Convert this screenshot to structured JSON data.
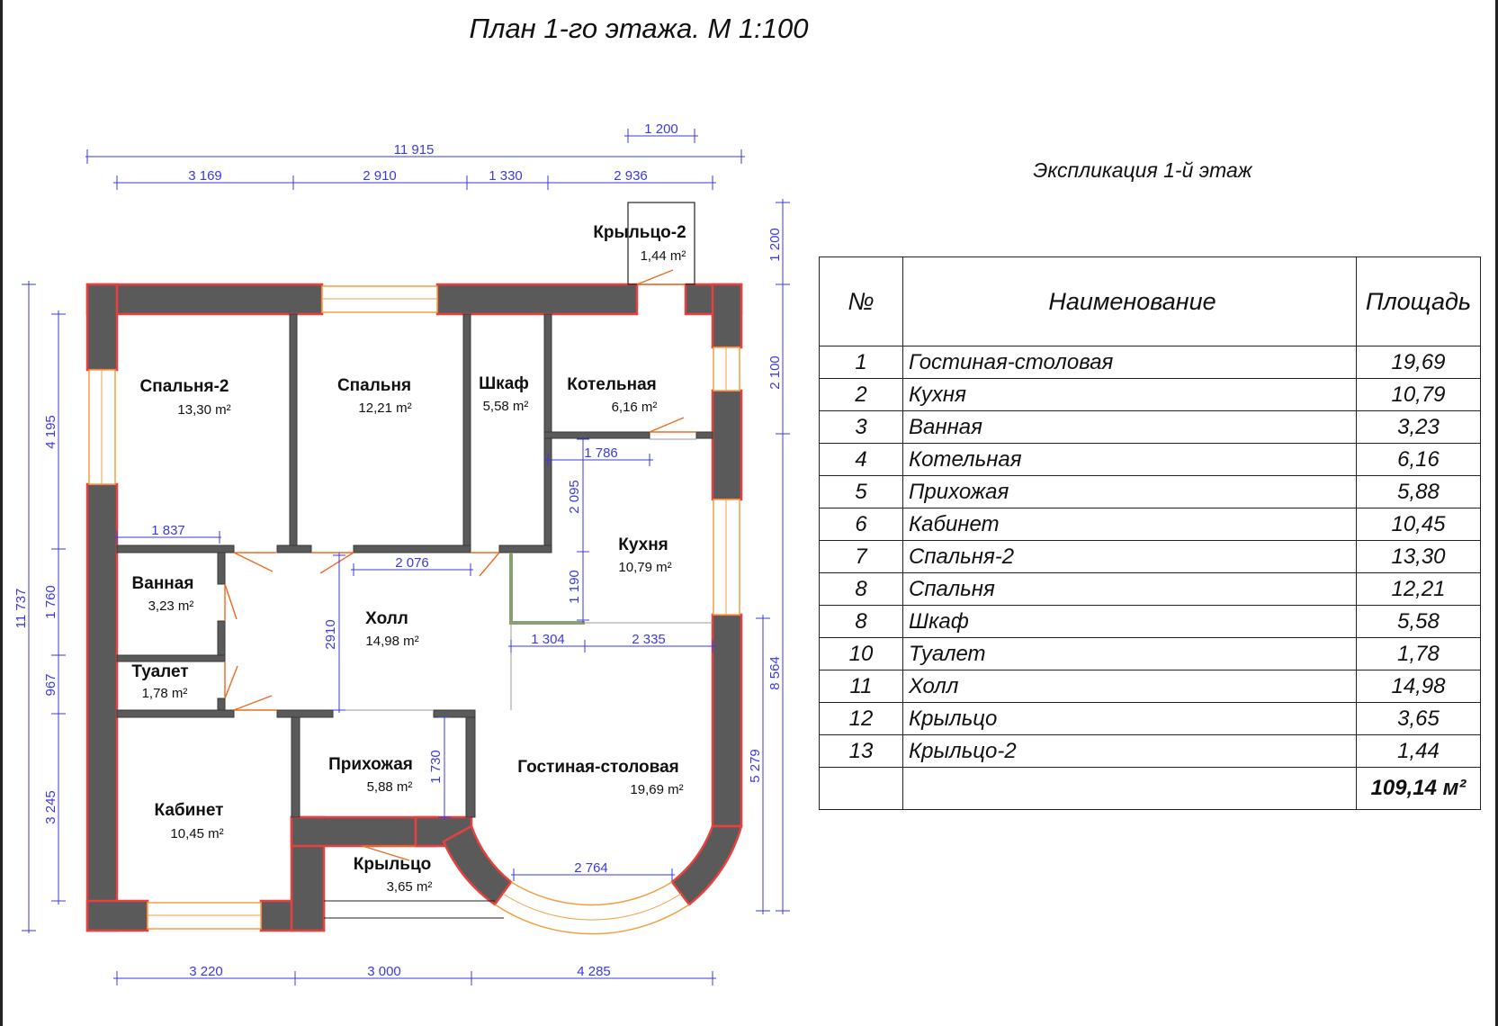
{
  "title": "План 1-го этажа. М 1:100",
  "explication": {
    "title": "Экспликация 1-й этаж",
    "headers": {
      "num": "№",
      "name": "Наименование",
      "area": "Площадь"
    },
    "rows": [
      {
        "num": "1",
        "name": "Гостиная-столовая",
        "area": "19,69"
      },
      {
        "num": "2",
        "name": "Кухня",
        "area": "10,79"
      },
      {
        "num": "3",
        "name": "Ванная",
        "area": "3,23"
      },
      {
        "num": "4",
        "name": "Котельная",
        "area": "6,16"
      },
      {
        "num": "5",
        "name": "Прихожая",
        "area": "5,88"
      },
      {
        "num": "6",
        "name": "Кабинет",
        "area": "10,45"
      },
      {
        "num": "7",
        "name": "Спальня-2",
        "area": "13,30"
      },
      {
        "num": "8",
        "name": "Спальня",
        "area": "12,21"
      },
      {
        "num": "8",
        "name": "Шкаф",
        "area": "5,58"
      },
      {
        "num": "10",
        "name": "Туалет",
        "area": "1,78"
      },
      {
        "num": "11",
        "name": "Холл",
        "area": "14,98"
      },
      {
        "num": "12",
        "name": "Крыльцо",
        "area": "3,65"
      },
      {
        "num": "13",
        "name": "Крыльцо-2",
        "area": "1,44"
      }
    ],
    "total": "109,14 м²"
  },
  "rooms": {
    "spalnya2": {
      "name": "Спальня-2",
      "area": "13,30 m²"
    },
    "spalnya": {
      "name": "Спальня",
      "area": "12,21 m²"
    },
    "shkaf": {
      "name": "Шкаф",
      "area": "5,58 m²"
    },
    "kotelnaya": {
      "name": "Котельная",
      "area": "6,16 m²"
    },
    "kryltso2": {
      "name": "Крыльцо-2",
      "area": "1,44 m²"
    },
    "vannaya": {
      "name": "Ванная",
      "area": "3,23 m²"
    },
    "kholl": {
      "name": "Холл",
      "area": "14,98 m²"
    },
    "kukhnya": {
      "name": "Кухня",
      "area": "10,79 m²"
    },
    "tualet": {
      "name": "Туалет",
      "area": "1,78 m²"
    },
    "prikhozhaya": {
      "name": "Прихожая",
      "area": "5,88 m²"
    },
    "gostinaya": {
      "name": "Гостиная-столовая",
      "area": "19,69 m²"
    },
    "kabinet": {
      "name": "Кабинет",
      "area": "10,45 m²"
    },
    "kryltso": {
      "name": "Крыльцо",
      "area": "3,65 m²"
    }
  },
  "dimensions": {
    "top_total": "11 915",
    "top_porch": "1 200",
    "top": [
      "3 169",
      "2 910",
      "1 330",
      "2 936"
    ],
    "bottom": [
      "3 220",
      "3 000",
      "4 285"
    ],
    "left_total": "11 737",
    "left": [
      "4 195",
      "1 760",
      "967",
      "3 245"
    ],
    "right_porch": "1 200",
    "right_upper": "2 100",
    "right_lower": "8 564",
    "right_inner": "5 279",
    "inner": {
      "vannaya_w": "1 837",
      "hall_w": "2 076",
      "hall_h": "2910",
      "kotel_w": "1 786",
      "kukhnya_h1": "2 095",
      "kukhnya_h2": "1 190",
      "kukhnya_w1": "1 304",
      "kukhnya_w2": "2 335",
      "prikh_h": "1 730",
      "bay_w": "2 764"
    }
  },
  "colors": {
    "wall": "#5a5a5a",
    "wall_outline": "#e8403c",
    "dimension": "#3a3ae0",
    "door": "#ef6a20",
    "window": "#f0a040"
  }
}
